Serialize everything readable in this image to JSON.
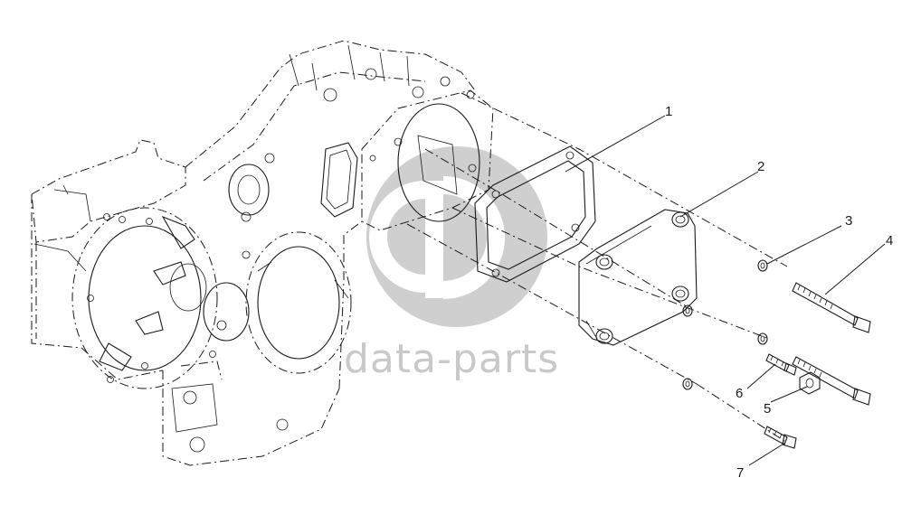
{
  "watermark": {
    "brand_text": "data-parts",
    "color": "#c9c9c9"
  },
  "callouts": [
    {
      "id": "1",
      "label": "1"
    },
    {
      "id": "2",
      "label": "2"
    },
    {
      "id": "3",
      "label": "3"
    },
    {
      "id": "4",
      "label": "4"
    },
    {
      "id": "5",
      "label": "5"
    },
    {
      "id": "6",
      "label": "6"
    },
    {
      "id": "7",
      "label": "7"
    }
  ]
}
